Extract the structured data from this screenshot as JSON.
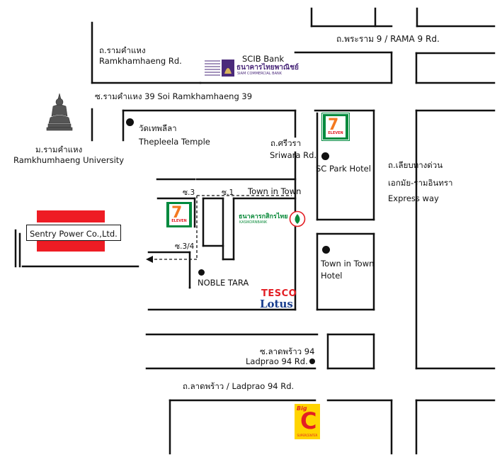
{
  "roads": {
    "rama9": "ถ.พระราม 9 / RAMA 9 Rd.",
    "ramkhamhaeng_th": "ถ.รามคำแหง",
    "ramkhamhaeng_en": "Ramkhamhaeng Rd.",
    "soi39": "ซ.รามคำแหง 39  Soi Ramkhamhaeng 39",
    "sriwara_th": "ถ.ศรีวรา",
    "sriwara_en": "Sriwara Rd.",
    "expressway_th1": "ถ.เลียบทางด่วน",
    "expressway_th2": "เอกมัย-รามอินทรา",
    "expressway_en": "Express way",
    "soi3": "ซ.3",
    "soi1": "ซ.1",
    "town_in_town_road": "Town in Town",
    "soi34": "ซ.3/4",
    "ladprao94_th": "ซ.ลาดพร้าว 94",
    "ladprao94_en": "Ladprao 94 Rd.",
    "ladprao": "ถ.ลาดพร้าว / Ladprao 94 Rd."
  },
  "landmarks": {
    "scib": "SCIB Bank",
    "scib_logo_text": "ธนาคารไทยพาณิชย์",
    "scib_logo_sub": "SIAM COMMERCIAL BANK",
    "temple_th": "วัดเทพลีลา",
    "temple_en": "Thepleela Temple",
    "university_th": "ม.รามคำแหง",
    "university_en": "Ramkhumhaeng University",
    "sc_park": "SC Park Hotel",
    "sentry": "Sentry Power Co.,Ltd.",
    "kbank_text": "ธนาคารกสิกรไทย",
    "kbank_sub": "KASIKORNBANK",
    "noble_tara": "NOBLE TARA",
    "tesco": "TESCO",
    "lotus": "Lotus",
    "town_in_town_hotel_1": "Town in Town",
    "town_in_town_hotel_2": "Hotel",
    "seven_eleven": "ELEVEN",
    "bigc": "Big",
    "bigc_sub": "SUPERCENTER"
  },
  "colors": {
    "road": "#111111",
    "sentry_red": "#ee1c24",
    "seven_green": "#008a3e",
    "seven_orange": "#f47920",
    "seven_red": "#e31e24",
    "scib_purple": "#4b2a7b",
    "kbank_green": "#0a8a3a",
    "tesco_red": "#e31e24",
    "tesco_blue": "#1b3f8f",
    "bigc_yellow": "#ffd400",
    "bigc_red": "#e31e24"
  }
}
